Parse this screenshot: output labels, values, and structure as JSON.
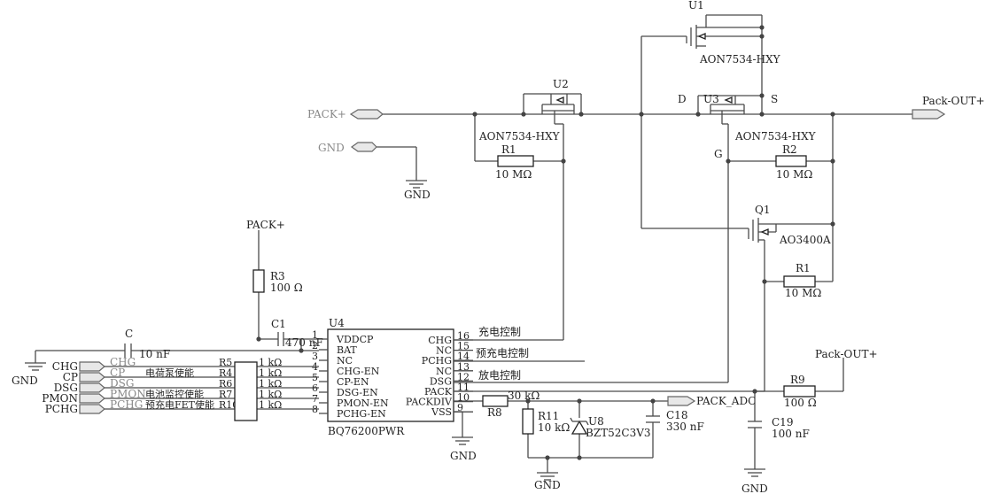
{
  "components": {
    "u1": {
      "ref": "U1",
      "part": "AON7534-HXY"
    },
    "u2": {
      "ref": "U2",
      "part": "AON7534-HXY"
    },
    "u3": {
      "ref": "U3",
      "part": "AON7534-HXY"
    },
    "q1": {
      "ref": "Q1",
      "part": "AO3400A"
    },
    "u4": {
      "ref": "U4",
      "part": "BQ76200PWR"
    },
    "r1a": {
      "ref": "R1",
      "value": "10 MΩ"
    },
    "r1b": {
      "ref": "R1",
      "value": "10 MΩ"
    },
    "r2": {
      "ref": "R2",
      "value": "10 MΩ"
    },
    "r3": {
      "ref": "R3",
      "value": "100 Ω"
    },
    "r4": {
      "ref": "R4",
      "value": "1 kΩ"
    },
    "r5": {
      "ref": "R5",
      "value": "1 kΩ"
    },
    "r6": {
      "ref": "R6",
      "value": "1 kΩ"
    },
    "r7": {
      "ref": "R7",
      "value": "1 kΩ"
    },
    "r10": {
      "ref": "R10",
      "value": "1 kΩ"
    },
    "r8": {
      "ref": "R8",
      "value": "30 kΩ"
    },
    "r9": {
      "ref": "R9",
      "value": "100 Ω"
    },
    "r11": {
      "ref": "R11",
      "value": "10 kΩ"
    },
    "c1": {
      "ref": "C1",
      "value": "470 nF"
    },
    "cx": {
      "ref": "C",
      "value": "10 nF"
    },
    "c18": {
      "ref": "C18",
      "value": "330 nF"
    },
    "c19": {
      "ref": "C19",
      "value": "100 nF"
    },
    "u8": {
      "ref": "U8",
      "part": "BZT52C3V3"
    }
  },
  "nets": {
    "pack_plus": "PACK+",
    "gnd": "GND",
    "pack_out_plus": "Pack-OUT+",
    "pack_adc": "PACK_ADC"
  },
  "mosfet_terminals": {
    "d": "D",
    "s": "S",
    "g": "G"
  },
  "u4_left_pins": [
    {
      "num": "1",
      "name": "VDDCP"
    },
    {
      "num": "2",
      "name": "BAT"
    },
    {
      "num": "3",
      "name": "NC"
    },
    {
      "num": "4",
      "name": "CHG-EN"
    },
    {
      "num": "5",
      "name": "CP-EN"
    },
    {
      "num": "6",
      "name": "DSG-EN"
    },
    {
      "num": "7",
      "name": "PMON-EN"
    },
    {
      "num": "8",
      "name": "PCHG-EN"
    }
  ],
  "u4_right_pins": [
    {
      "num": "16",
      "name": "CHG"
    },
    {
      "num": "15",
      "name": "NC"
    },
    {
      "num": "14",
      "name": "PCHG"
    },
    {
      "num": "13",
      "name": "NC"
    },
    {
      "num": "12",
      "name": "DSG"
    },
    {
      "num": "11",
      "name": "PACK"
    },
    {
      "num": "10",
      "name": "PACKDIV"
    },
    {
      "num": "9",
      "name": "VSS"
    }
  ],
  "control_labels": {
    "chg": "充电控制",
    "pchg": "预充电控制",
    "dsg": "放电控制"
  },
  "input_ports": [
    {
      "port": "CHG",
      "net": "CHG",
      "desc": ""
    },
    {
      "port": "CP",
      "net": "CP",
      "desc": "电荷泵使能"
    },
    {
      "port": "DSG",
      "net": "DSG",
      "desc": ""
    },
    {
      "port": "PMON",
      "net": "PMON",
      "desc": "电池监控使能"
    },
    {
      "port": "PCHG",
      "net": "PCHG",
      "desc": "预充电FET使能"
    }
  ]
}
